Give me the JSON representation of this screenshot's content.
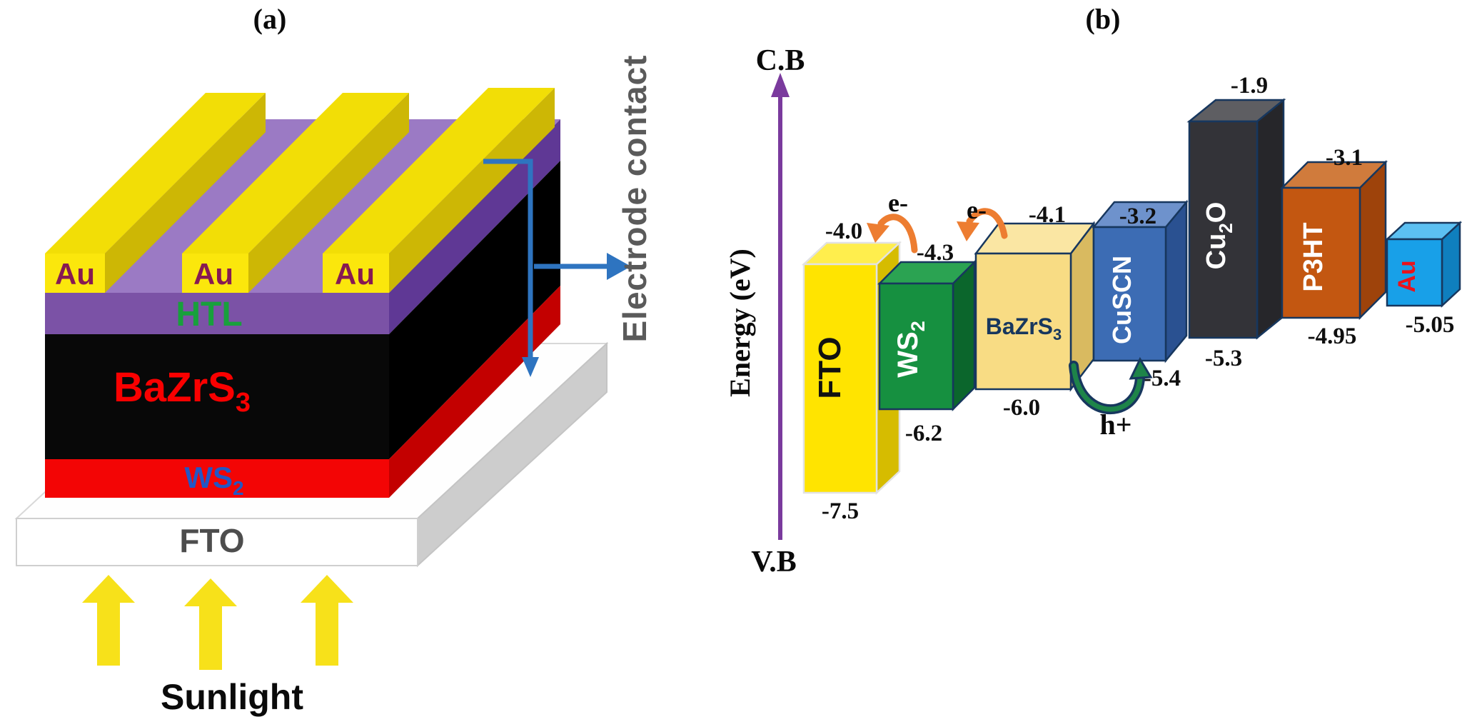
{
  "a": {
    "title": "(a)",
    "au": "Au",
    "htl": "HTL",
    "bazrs3": {
      "main": "BaZrS",
      "sub": "3"
    },
    "ws2": {
      "main": "WS",
      "sub": "2"
    },
    "fto": "FTO",
    "sunlight": "Sunlight",
    "electrode": "Electrode contact",
    "colors": {
      "au_front": "#FBE70C",
      "au_top": "#F2DE06",
      "au_side": "#CDB705",
      "htl_front": "#7B52A6",
      "htl_top": "#9B7AC4",
      "htl_side": "#5F3895",
      "absorber_front": "#080808",
      "absorber_side": "#000000",
      "ws2_front": "#F30505",
      "ws2_side": "#C30000",
      "fto_front": "#FFFFFF",
      "fto_side": "#CDCDCD",
      "sun_arrow": "#F7E11A",
      "contact_arrow": "#2E74C0",
      "au_text": "#871A52",
      "htl_text": "#18A03C",
      "bazrs3_text": "#FA0000",
      "ws2_text": "#2257C5",
      "fto_text": "#4D4D4D",
      "electrode_text": "#5A5A5A",
      "sunlight_text": "#0A0A0A"
    }
  },
  "b": {
    "title": "(b)",
    "axis": {
      "cb": "C.B",
      "vb": "V.B",
      "label": "Energy (eV)",
      "color": "#7A3A9D"
    },
    "electron": "e-",
    "hole": "h+",
    "carrier_colors": {
      "electron_arrow": "#ED7D31",
      "hole_arrow_fill": "#1E8449",
      "hole_arrow_outline": "#17375E"
    },
    "band_alignment": {
      "type": "energy-band-diagram",
      "unit": "eV",
      "bars": [
        {
          "name": "FTO",
          "label": "FTO",
          "label_sub": "",
          "label_tail": "",
          "cb_label": "-4.0",
          "vb_label": "-7.5",
          "cb_eV": -4.0,
          "vb_eV": -7.5,
          "front": "#FFE400",
          "top": "#FFEE4D",
          "side": "#D6BC00",
          "edge": "#E2E2E2",
          "text_color": "#111111"
        },
        {
          "name": "WS2",
          "label": "WS",
          "label_sub": "2",
          "label_tail": "",
          "cb_label": "-4.3",
          "vb_label": "-6.2",
          "cb_eV": -4.3,
          "vb_eV": -6.2,
          "front": "#169040",
          "top": "#2BA352",
          "side": "#0B662C",
          "edge": "#17375E",
          "text_color": "#FFFFFF"
        },
        {
          "name": "BaZrS3",
          "label": "BaZrS",
          "label_sub": "3",
          "label_tail": "",
          "cb_label": "-4.1",
          "vb_label": "-6.0",
          "cb_eV": -4.1,
          "vb_eV": -6.0,
          "front": "#F8DC84",
          "top": "#FAE6A3",
          "side": "#D9BA60",
          "edge": "#17375E",
          "text_color": "#17375E"
        },
        {
          "name": "CuSCN",
          "label": "CuSCN",
          "label_sub": "",
          "label_tail": "",
          "cb_label": "-3.2",
          "vb_label": "-5.4",
          "cb_eV": -3.2,
          "vb_eV": -5.4,
          "front": "#3C6CB4",
          "top": "#6E92CC",
          "side": "#2A5191",
          "edge": "#17375E",
          "text_color": "#FFFFFF"
        },
        {
          "name": "Cu2O",
          "label": "Cu",
          "label_sub": "2",
          "label_tail": "O",
          "cb_label": "-1.9",
          "vb_label": "-5.3",
          "cb_eV": -1.9,
          "vb_eV": -5.3,
          "front": "#333338",
          "top": "#5E5E62",
          "side": "#26262A",
          "edge": "#17375E",
          "text_color": "#FFFFFF"
        },
        {
          "name": "P3HT",
          "label": "P3HT",
          "label_sub": "",
          "label_tail": "",
          "cb_label": "-3.1",
          "vb_label": "-4.95",
          "cb_eV": -3.1,
          "vb_eV": -4.95,
          "front": "#C35711",
          "top": "#D07B3C",
          "side": "#9E430B",
          "edge": "#17375E",
          "text_color": "#FFFFFF"
        },
        {
          "name": "Au",
          "label": "Au",
          "label_sub": "",
          "label_tail": "",
          "wf_label": "-5.05",
          "wf_eV": -5.05,
          "front": "#18A0E8",
          "top": "#5CC0F2",
          "side": "#0F7FBE",
          "edge": "#17375E",
          "text_color": "#E8131C"
        }
      ]
    }
  }
}
